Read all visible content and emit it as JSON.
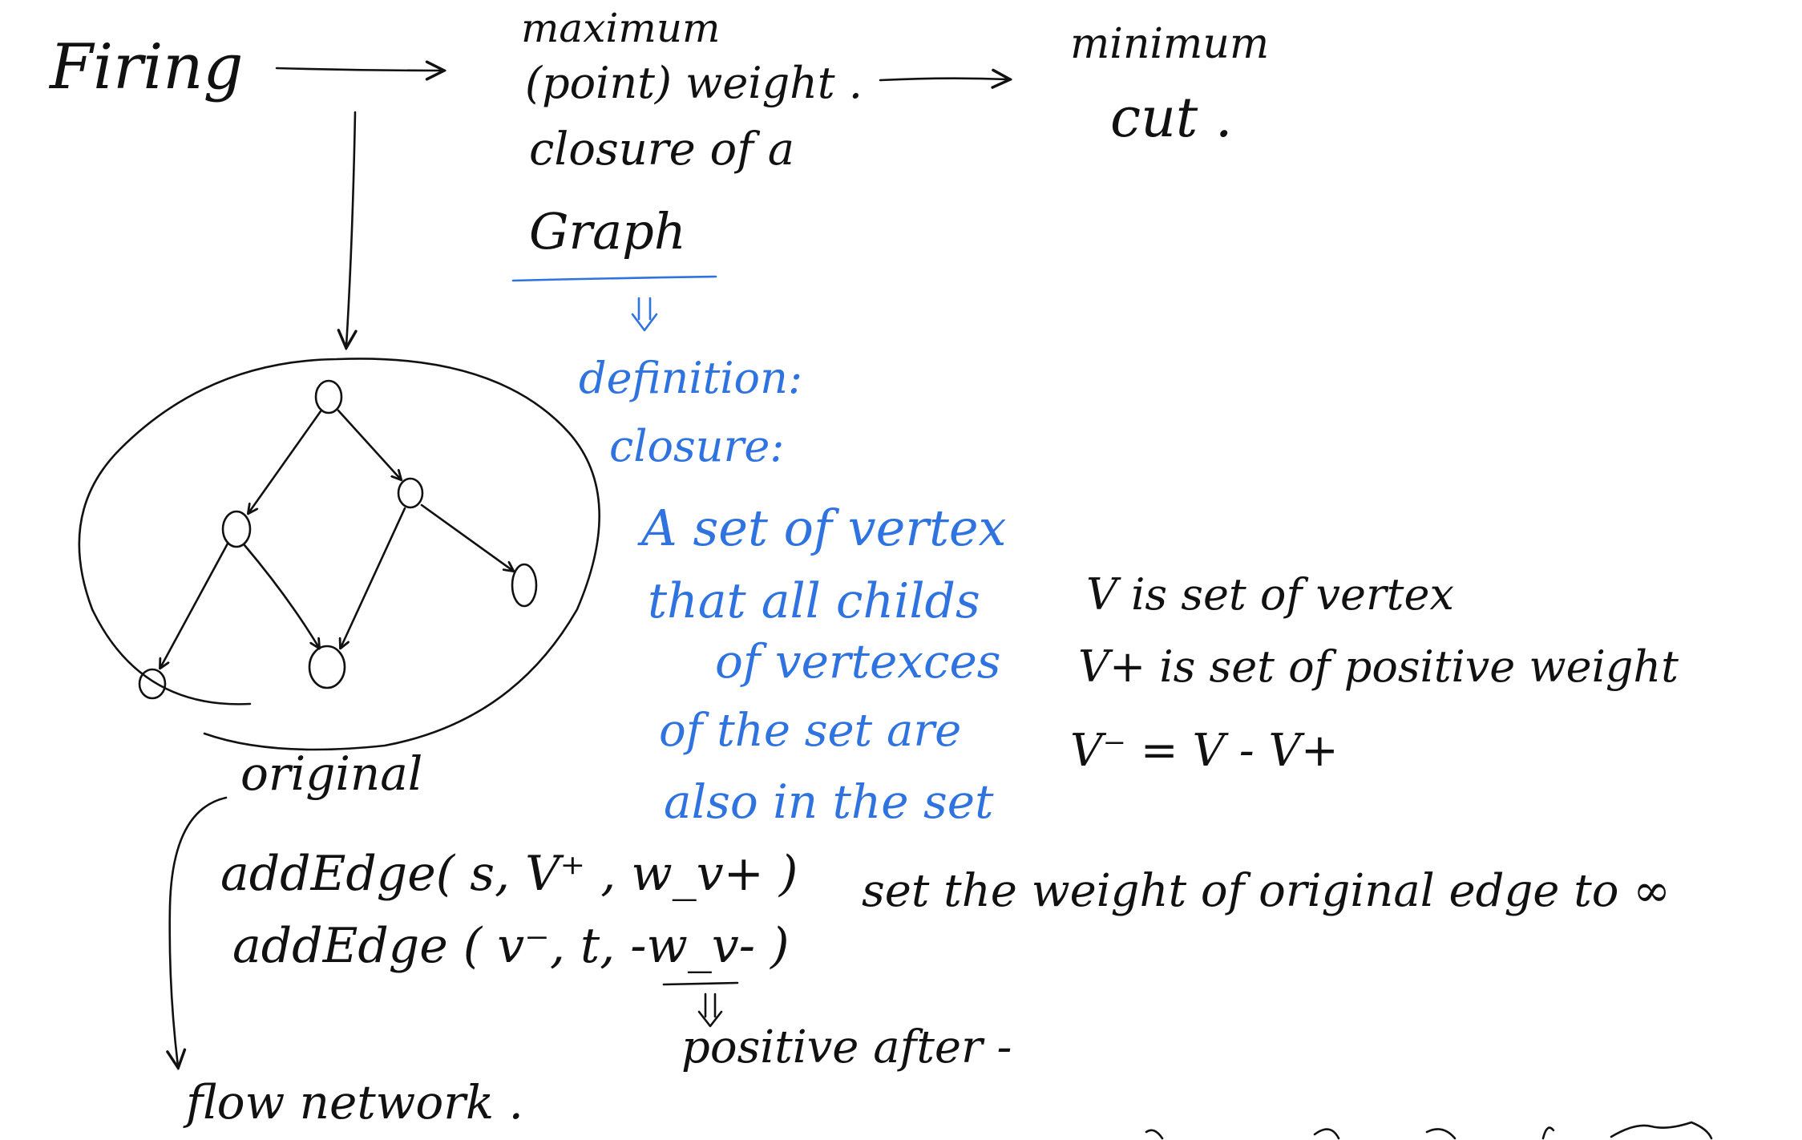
{
  "colors": {
    "ink": "#111111",
    "pen_blue": "#2f73e0",
    "background": "#ffffff"
  },
  "top": {
    "firing": "Firing",
    "max_line1": "maximum",
    "max_line2": "(point) weight .",
    "max_line3": "closure of a",
    "max_line4": "Graph",
    "min_line1": "minimum",
    "min_line2": "cut ."
  },
  "definition": {
    "heading": "definition:",
    "term": "closure:",
    "line1": "A set of vertex",
    "line2": "that all childs",
    "line3": "of vertexces",
    "line4": "of the set are",
    "line5": "also in the set"
  },
  "graph": {
    "label": "original"
  },
  "sets": {
    "line1": "V is set of vertex",
    "line2": "V+ is set of positive weight",
    "line3": "V⁻ = V - V+"
  },
  "construction": {
    "add_edge_1": "addEdge( s,  V⁺ ,  w_v+ )",
    "add_edge_2": "addEdge ( v⁻,  t,  -w_v- )",
    "positive_note": "positive after  -",
    "weight_note": "set  the weight of original edge  to  ∞",
    "flow_network": "flow  network ."
  }
}
